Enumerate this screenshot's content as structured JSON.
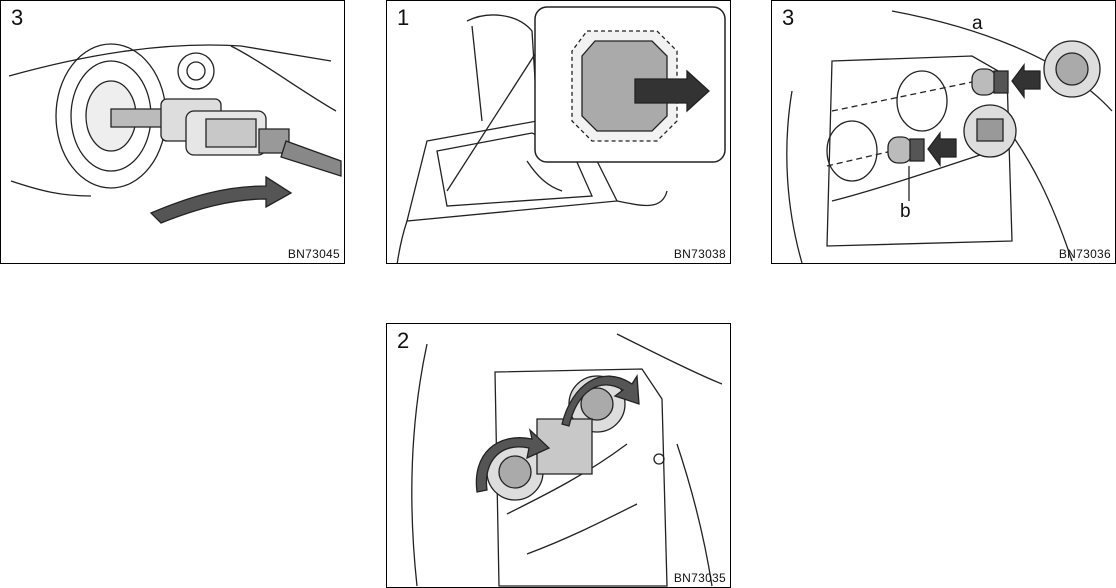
{
  "panels": [
    {
      "step": "3",
      "code": "BN73045"
    },
    {
      "step": "1",
      "code": "BN73038"
    },
    {
      "step": "3",
      "code": "BN73036",
      "labels": [
        "a",
        "b"
      ]
    },
    {
      "step": "2",
      "code": "BN73035"
    }
  ]
}
